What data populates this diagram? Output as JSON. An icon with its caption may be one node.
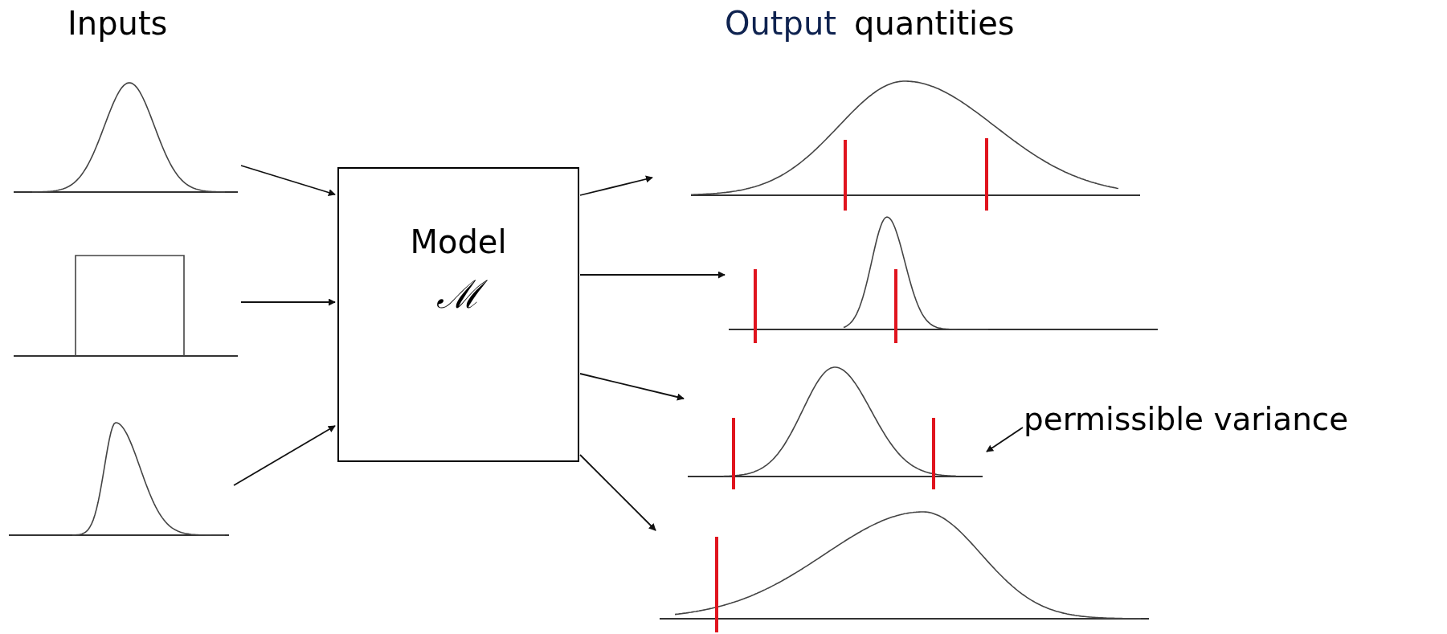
{
  "diagram": {
    "nodes": [
      {
        "text": [],
        "shape": "picture"
      },
      {
        "text": [],
        "shape": "picture"
      },
      {
        "text": [],
        "shape": "picture"
      },
      {
        "text": [
          "Model",
          "ℳ"
        ]
      },
      {
        "text": [],
        "shape": "picture"
      },
      {
        "text": [],
        "shape": "picture"
      },
      {
        "text": [],
        "shape": "picture"
      },
      {
        "text": [],
        "shape": "picture"
      },
      {
        "text": [
          "permissible variance"
        ]
      }
    ],
    "edges": [
      {
        "from": 0,
        "to": 3,
        "arrow": "to"
      },
      {
        "from": 1,
        "to": 3,
        "arrow": "to"
      },
      {
        "from": 2,
        "to": 3,
        "arrow": "to"
      },
      {
        "from": 3,
        "to": 4,
        "arrow": "to"
      },
      {
        "from": 3,
        "to": 5,
        "arrow": "to"
      },
      {
        "from": 3,
        "to": 6,
        "arrow": "to"
      },
      {
        "from": 3,
        "to": 7,
        "arrow": "to"
      },
      {
        "from": 8,
        "to": 6,
        "arrow": "to"
      }
    ],
    "labels": [
      "Inputs",
      "Output",
      "quantities"
    ]
  }
}
